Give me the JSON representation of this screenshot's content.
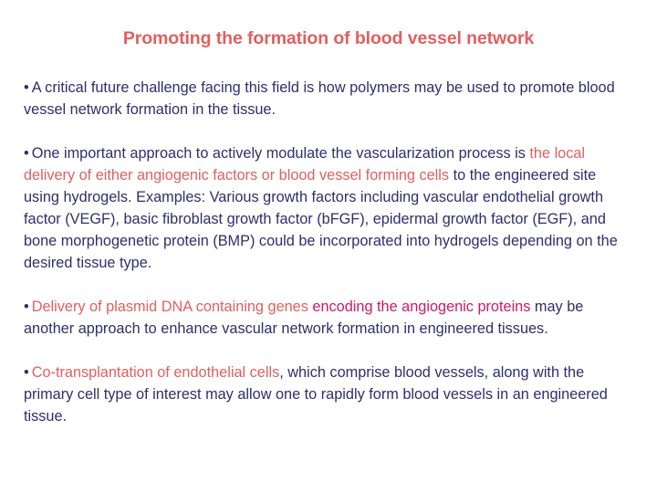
{
  "slide": {
    "title": "Promoting the formation of blood vessel network",
    "bullet_marker": "•",
    "colors": {
      "title": "#e0605f",
      "body_navy": "#2e2e6e",
      "highlight_salmon": "#e0605f",
      "highlight_magenta": "#cc1a66",
      "background": "#ffffff"
    },
    "paragraphs": [
      {
        "id": "p1",
        "runs": [
          {
            "text": "A critical future challenge facing this field is how polymers may be used to promote blood vessel network formation in the tissue.",
            "color": "navy"
          }
        ]
      },
      {
        "id": "p2",
        "runs": [
          {
            "text": "One important approach to actively modulate the vascularization process is ",
            "color": "navy"
          },
          {
            "text": "the local delivery of either angiogenic factors or blood vessel forming cells",
            "color": "salmon"
          },
          {
            "text": " to the engineered site using hydrogels. Examples: Various growth factors including vascular endothelial growth factor (VEGF), basic fibroblast growth factor (bFGF), epidermal growth factor (EGF), and bone morphogenetic protein (BMP) could be incorporated into hydrogels depending on the desired tissue type.",
            "color": "navy"
          }
        ]
      },
      {
        "id": "p3",
        "runs": [
          {
            "text": "Delivery of plasmid DNA containing genes ",
            "color": "salmon"
          },
          {
            "text": "encoding the angiogenic proteins",
            "color": "magenta"
          },
          {
            "text": " may be another approach to enhance vascular network formation in engineered tissues.",
            "color": "navy"
          }
        ]
      },
      {
        "id": "p4",
        "runs": [
          {
            "text": "Co-transplantation of endothelial cells",
            "color": "salmon"
          },
          {
            "text": ", which comprise blood vessels, along with the primary cell type of interest may allow one to rapidly form blood vessels in an engineered tissue.",
            "color": "navy"
          }
        ]
      }
    ]
  }
}
